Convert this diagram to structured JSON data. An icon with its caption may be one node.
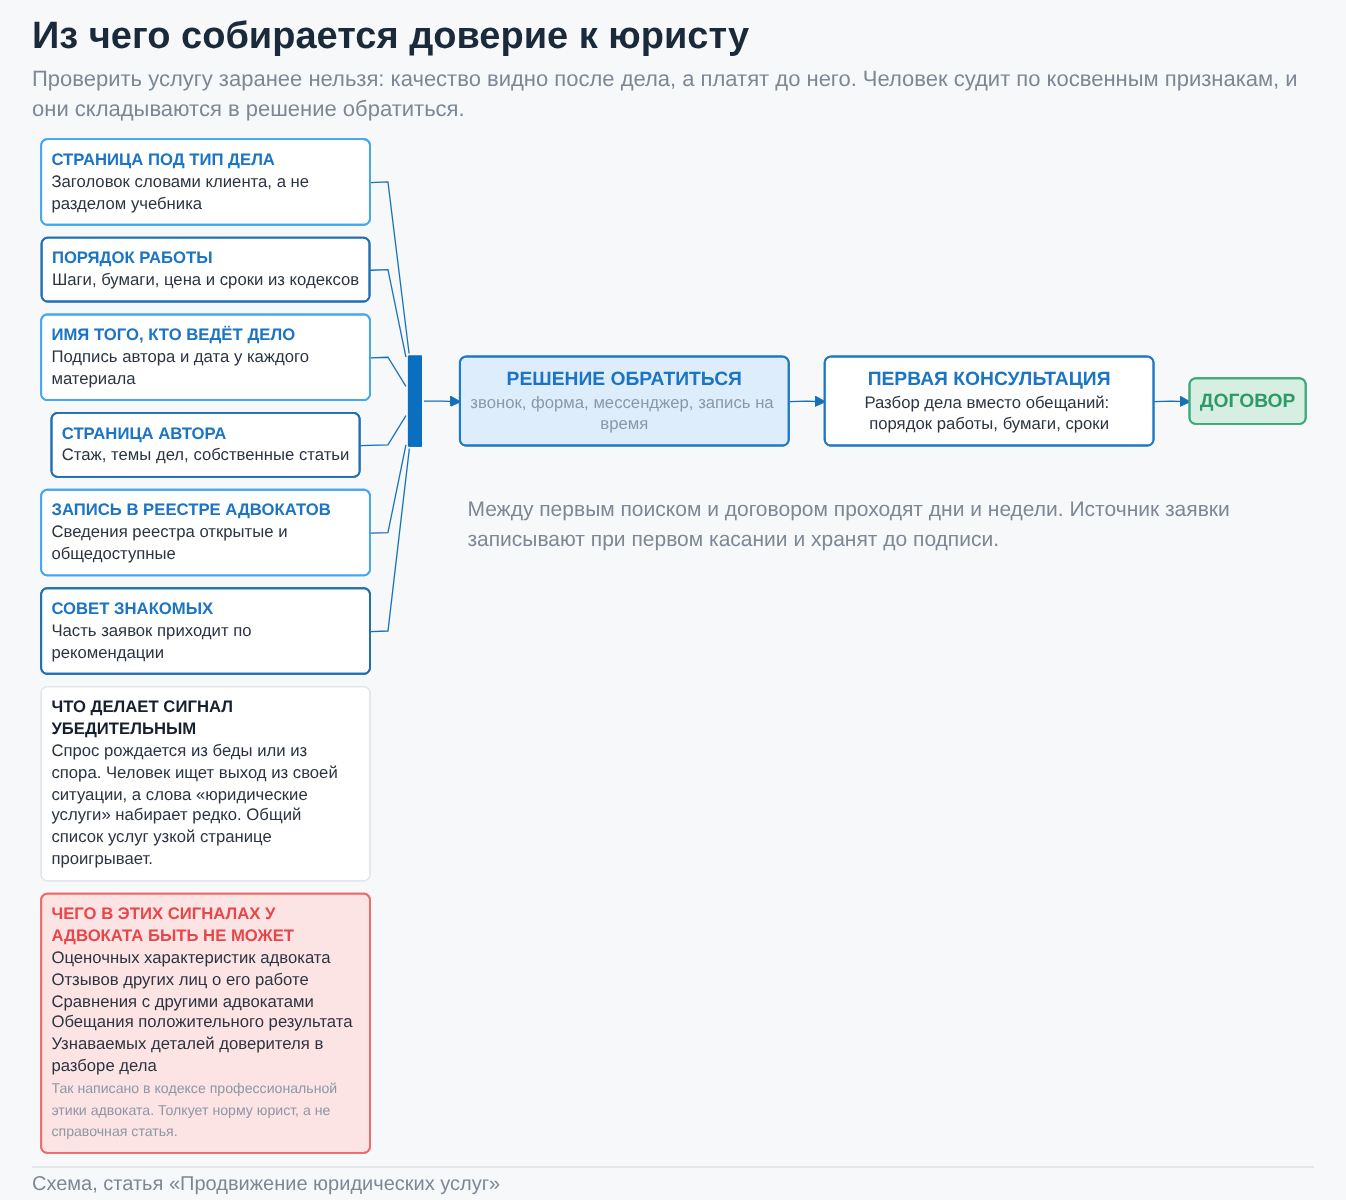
{
  "diagram": {
    "title": "Из чего собирается доверие к юристу",
    "caption": "Схема, статья «Продвижение юридических услуг»",
    "nodes": [
      {
        "text": [
          "СТРАНИЦА ПОД ТИП ДЕЛА",
          "Заголовок словами клиента, а не разделом учебника"
        ]
      },
      {
        "text": [
          "ПОРЯДОК РАБОТЫ",
          "Шаги, бумаги, цена и сроки из кодексов"
        ]
      },
      {
        "text": [
          "ИМЯ ТОГО, КТО ВЕДЁТ ДЕЛО",
          "Подпись автора и дата у каждого материала"
        ]
      },
      {
        "text": [
          "СТРАНИЦА АВТОРА",
          "Стаж, темы дел, собственные статьи"
        ]
      },
      {
        "text": [
          "ЗАПИСЬ В РЕЕСТРЕ АДВОКАТОВ",
          "Сведения реестра открытые и общедоступные"
        ]
      },
      {
        "text": [
          "СОВЕТ ЗНАКОМЫХ",
          "Часть заявок приходит по рекомендации"
        ]
      },
      {
        "text": [],
        "shape": "bar"
      },
      {
        "text": [
          "ЧТО ДЕЛАЕТ СИГНАЛ УБЕДИТЕЛЬНЫМ",
          "Спрос рождается из беды или из спора. Человек ищет выход из своей ситуации, а слова «юридические услуги» набирает редко. Общий список услуг узкой странице проигрывает."
        ]
      },
      {
        "text": [
          "РЕШЕНИЕ ОБРАТИТЬСЯ",
          "звонок, форма, мессенджер, запись на время"
        ]
      },
      {
        "text": [
          "ПЕРВАЯ КОНСУЛЬТАЦИЯ",
          "Разбор дела вместо обещаний: порядок работы, бумаги, сроки"
        ]
      },
      {
        "text": [
          "ДОГОВОР"
        ]
      },
      {
        "text": [
          "ЧЕГО В ЭТИХ СИГНАЛАХ У АДВОКАТА БЫТЬ НЕ МОЖЕТ",
          "Оценочных характеристик адвоката",
          "Отзывов других лиц о его работе",
          "Сравнения с другими адвокатами",
          "Обещания положительного результата",
          "Узнаваемых деталей доверителя в разборе дела",
          "Так написано в кодексе профессиональной этики адвоката. Толкует норму юрист, а не справочная статья."
        ]
      }
    ],
    "edges": [
      {
        "from": 0,
        "to": 6,
        "arrow": "none"
      },
      {
        "from": 1,
        "to": 6,
        "arrow": "none"
      },
      {
        "from": 2,
        "to": 6,
        "arrow": "none"
      },
      {
        "from": 3,
        "to": 6,
        "arrow": "none"
      },
      {
        "from": 4,
        "to": 6,
        "arrow": "none"
      },
      {
        "from": 5,
        "to": 6,
        "arrow": "none"
      },
      {
        "from": 6,
        "to": 8,
        "arrow": "to"
      },
      {
        "from": 8,
        "to": 9,
        "arrow": "to"
      },
      {
        "from": 9,
        "to": 10,
        "arrow": "to"
      }
    ],
    "labels": [
      "Проверить услугу заранее нельзя: качество видно после дела, а платят до него. Человек судит по косвенным признакам, и они складываются в решение обратиться.",
      "Между первым поиском и договором проходят дни и недели. Источник заявки записывают при первом касании и хранят до подписи."
    ]
  }
}
